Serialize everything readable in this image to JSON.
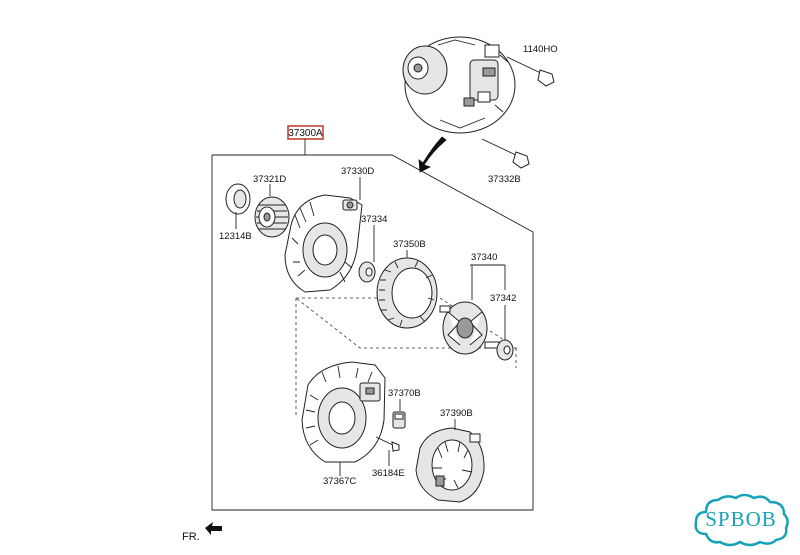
{
  "labels": {
    "assembly": "37300A",
    "bolt_top": "1140HO",
    "bolt_long": "37332B",
    "pulley_cap": "37321D",
    "pulley": "12314B",
    "front_housing": "37330D",
    "bearing_front": "37334",
    "stator": "37350B",
    "rotor": "37340",
    "bearing_rear": "37342",
    "regulator": "37370B",
    "rear_housing": "37367C",
    "bolt_short": "36184E",
    "rear_cover": "37390B",
    "front_indicator": "FR."
  },
  "watermark": {
    "text": "SPBOB",
    "color": "#17a2b8"
  },
  "accent": {
    "assembly_box": "#c0392b"
  }
}
